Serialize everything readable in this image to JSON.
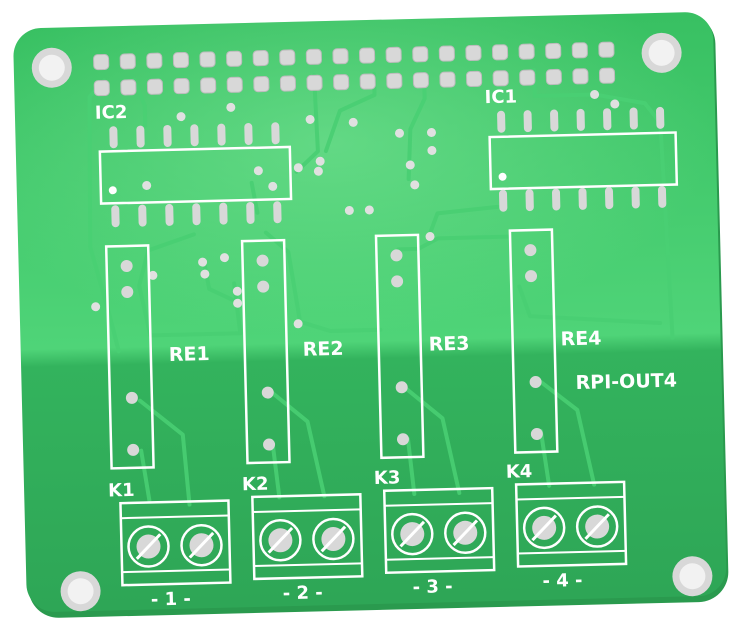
{
  "board": {
    "name": "RPI-OUT4",
    "colors": {
      "board": "#3fc46a",
      "board_light": "#5bd97e",
      "board_dark": "#2fa857",
      "trace": "#48cf72",
      "pad": "#d8d8d8",
      "silkscreen": "#ffffff"
    }
  },
  "labels": {
    "ic2": "IC2",
    "ic1": "IC1",
    "re1": "RE1",
    "re2": "RE2",
    "re3": "RE3",
    "re4": "RE4",
    "k1": "K1",
    "k2": "K2",
    "k3": "K3",
    "k4": "K4",
    "n1": "- 1 -",
    "n2": "- 2 -",
    "n3": "- 3 -",
    "n4": "- 4 -"
  }
}
